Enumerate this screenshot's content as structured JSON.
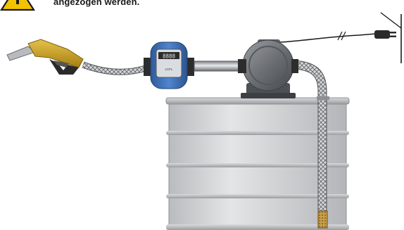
{
  "warning": {
    "icon": "warning-triangle-icon",
    "text": "angezogen werden.",
    "color": "#f2c200"
  },
  "meter": {
    "display_digits": "8888",
    "label": "LCFL"
  },
  "icons": {
    "nozzle": "fuel-nozzle-icon",
    "flow_meter": "flow-meter-icon",
    "pump": "pump-motor-icon",
    "plug": "power-plug-icon",
    "outlet": "wall-socket-icon",
    "barrel": "barrel-icon",
    "suction_hose": "suction-hose-icon",
    "filter": "foot-filter-icon"
  },
  "colors": {
    "nozzle": "#c9a020",
    "meter": "#3f72b8",
    "pump": "#6c6f74",
    "barrel": "#c9cbcd"
  }
}
